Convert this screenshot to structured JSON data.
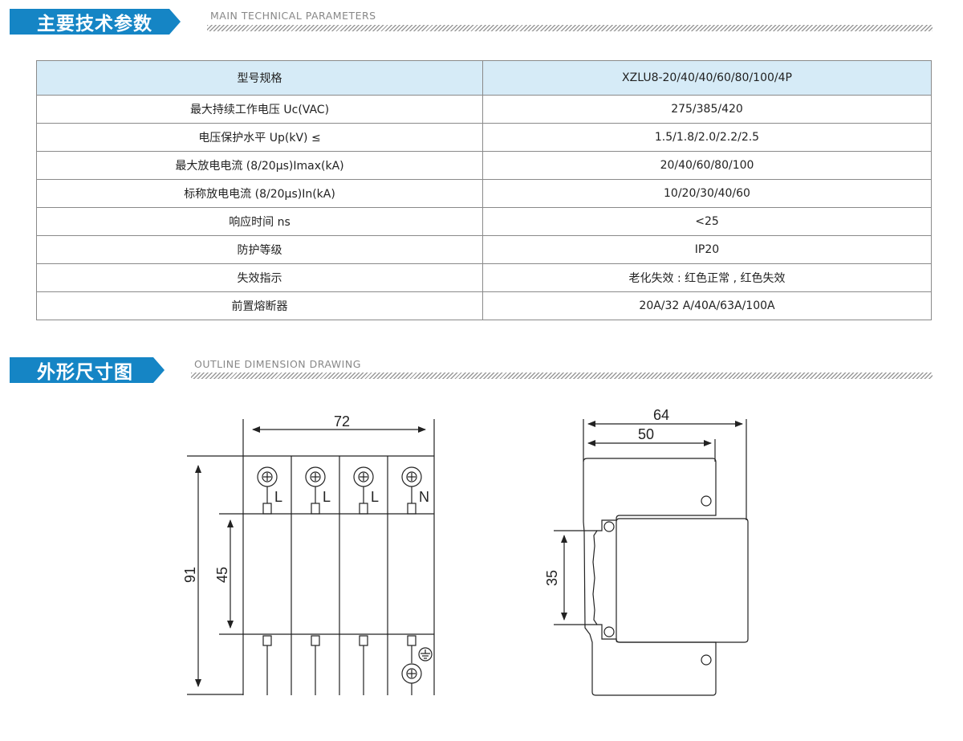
{
  "sections": {
    "params": {
      "title": "主要技术参数",
      "subtitle": "MAIN TECHNICAL PARAMETERS"
    },
    "outline": {
      "title": "外形尺寸图",
      "subtitle": "OUTLINE DIMENSION DRAWING"
    }
  },
  "table": {
    "header": [
      "型号规格",
      "XZLU8-20/40/40/60/80/100/4P"
    ],
    "rows": [
      [
        "最大持续工作电压 Uc(VAC)",
        "275/385/420"
      ],
      [
        "电压保护水平 Up(kV) ≤",
        "1.5/1.8/2.0/2.2/2.5"
      ],
      [
        "最大放电电流 (8/20μs)Imax(kA)",
        "20/40/60/80/100"
      ],
      [
        "标称放电电流 (8/20μs)In(kA)",
        "10/20/30/40/60"
      ],
      [
        "响应时间 ns",
        "<25"
      ],
      [
        "防护等级",
        "IP20"
      ],
      [
        "失效指示",
        "老化失效 : 红色正常 , 红色失效"
      ],
      [
        "前置熔断器",
        "20A/32 A/40A/63A/100A"
      ]
    ]
  },
  "front_view": {
    "width_label": "72",
    "height_label": "91",
    "body_label": "45",
    "terminals": [
      "L",
      "L",
      "L",
      "N"
    ]
  },
  "side_view": {
    "overall_width_label": "64",
    "rail_width_label": "50",
    "rail_label": "35"
  }
}
